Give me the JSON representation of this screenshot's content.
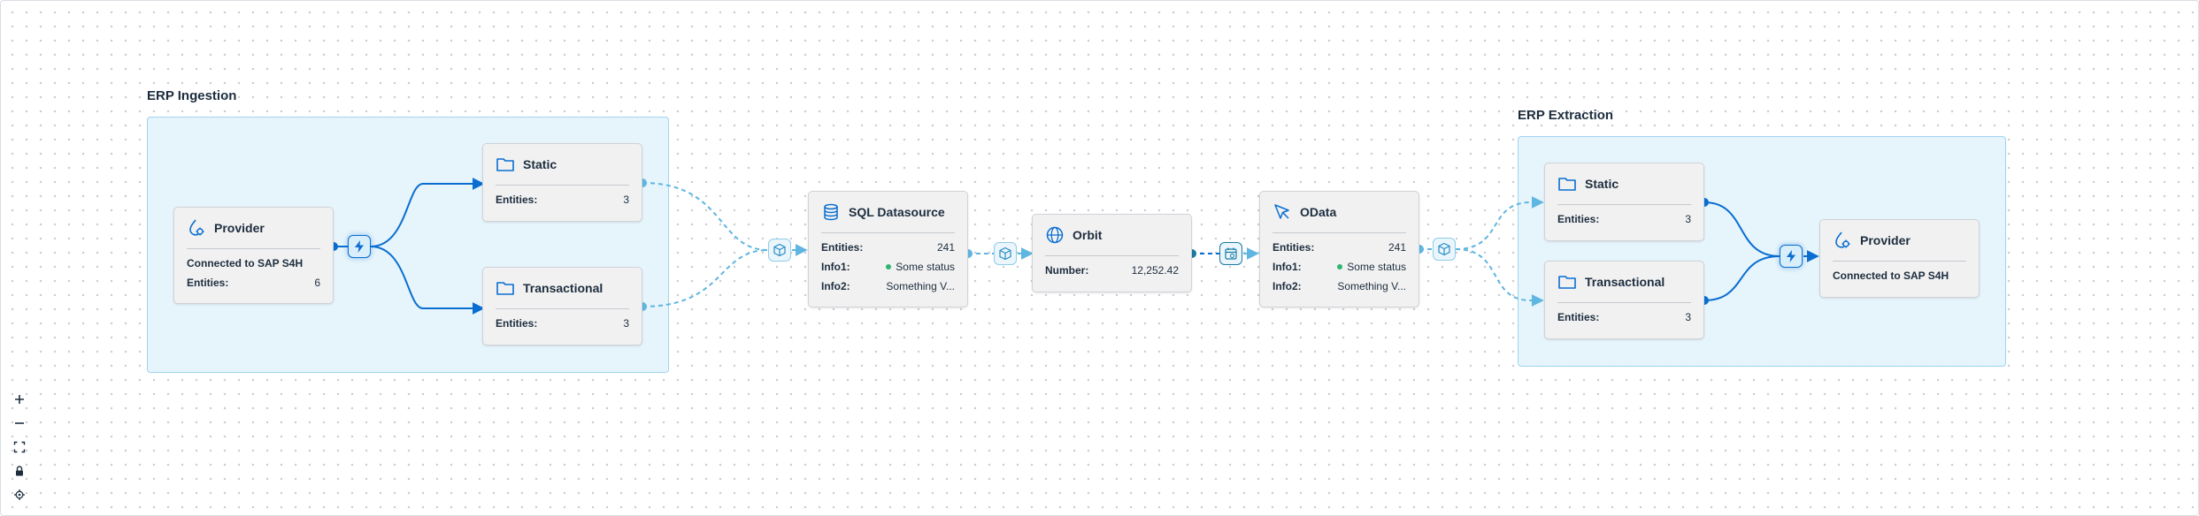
{
  "groups": {
    "ingestion": {
      "title": "ERP Ingestion"
    },
    "extraction": {
      "title": "ERP Extraction"
    }
  },
  "nodes": {
    "provider_in": {
      "title": "Provider",
      "line1": "Connected to SAP S4H",
      "entities_label": "Entities:",
      "entities_value": "6"
    },
    "static_in": {
      "title": "Static",
      "entities_label": "Entities:",
      "entities_value": "3"
    },
    "transactional_in": {
      "title": "Transactional",
      "entities_label": "Entities:",
      "entities_value": "3"
    },
    "sql": {
      "title": "SQL Datasource",
      "entities_label": "Entities:",
      "entities_value": "241",
      "info1_label": "Info1:",
      "info1_value": "Some status",
      "info2_label": "Info2:",
      "info2_value": "Something V..."
    },
    "orbit": {
      "title": "Orbit",
      "number_label": "Number:",
      "number_value": "12,252.42"
    },
    "odata": {
      "title": "OData",
      "entities_label": "Entities:",
      "entities_value": "241",
      "info1_label": "Info1:",
      "info1_value": "Some status",
      "info2_label": "Info2:",
      "info2_value": "Something V..."
    },
    "static_out": {
      "title": "Static",
      "entities_label": "Entities:",
      "entities_value": "3"
    },
    "transactional_out": {
      "title": "Transactional",
      "entities_label": "Entities:",
      "entities_value": "3"
    },
    "provider_out": {
      "title": "Provider",
      "line1": "Connected to SAP S4H"
    }
  },
  "icons": {
    "provider": "drop-gear-icon",
    "folder": "folder-icon",
    "database": "database-icon",
    "globe": "globe-icon",
    "cursor": "cursor-icon",
    "bolt": "lightning-icon",
    "cube": "cube-icon",
    "calendar": "calendar-icon"
  },
  "controls": [
    "zoom-in",
    "zoom-out",
    "fit-view",
    "lock",
    "locate"
  ],
  "colors": {
    "accent": "#0a6ed1",
    "dashed": "#5fb6e0",
    "group_fill": "#e6f4fb",
    "status": "#2bb673"
  }
}
